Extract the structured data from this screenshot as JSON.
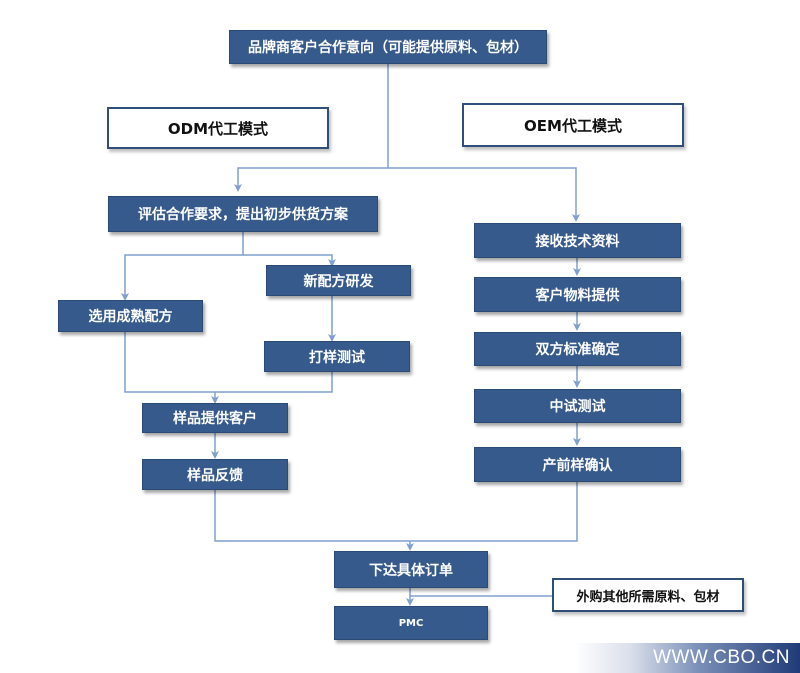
{
  "top": {
    "intent": "品牌商客户合作意向（可能提供原料、包材）"
  },
  "modes": {
    "odm": "ODM代工模式",
    "oem": "OEM代工模式"
  },
  "odm": {
    "evaluate": "评估合作要求，提出初步供货方案",
    "new_formula": "新配方研发",
    "mature_formula": "选用成熟配方",
    "sample_test": "打样测试",
    "sample_to_client": "样品提供客户",
    "sample_feedback": "样品反馈"
  },
  "oem": {
    "receive_tech": "接收技术资料",
    "client_materials": "客户物料提供",
    "standards": "双方标准确定",
    "pilot_test": "中试测试",
    "pre_production": "产前样确认"
  },
  "bottom": {
    "place_order": "下达具体订单",
    "pmc": "PMC",
    "external_purchase": "外购其他所需原料、包材"
  },
  "watermark": "WWW.CBO.CN",
  "colors": {
    "box_fill": "#365a8c",
    "line": "#7f9fcf",
    "outline": "#2f4f7a"
  }
}
